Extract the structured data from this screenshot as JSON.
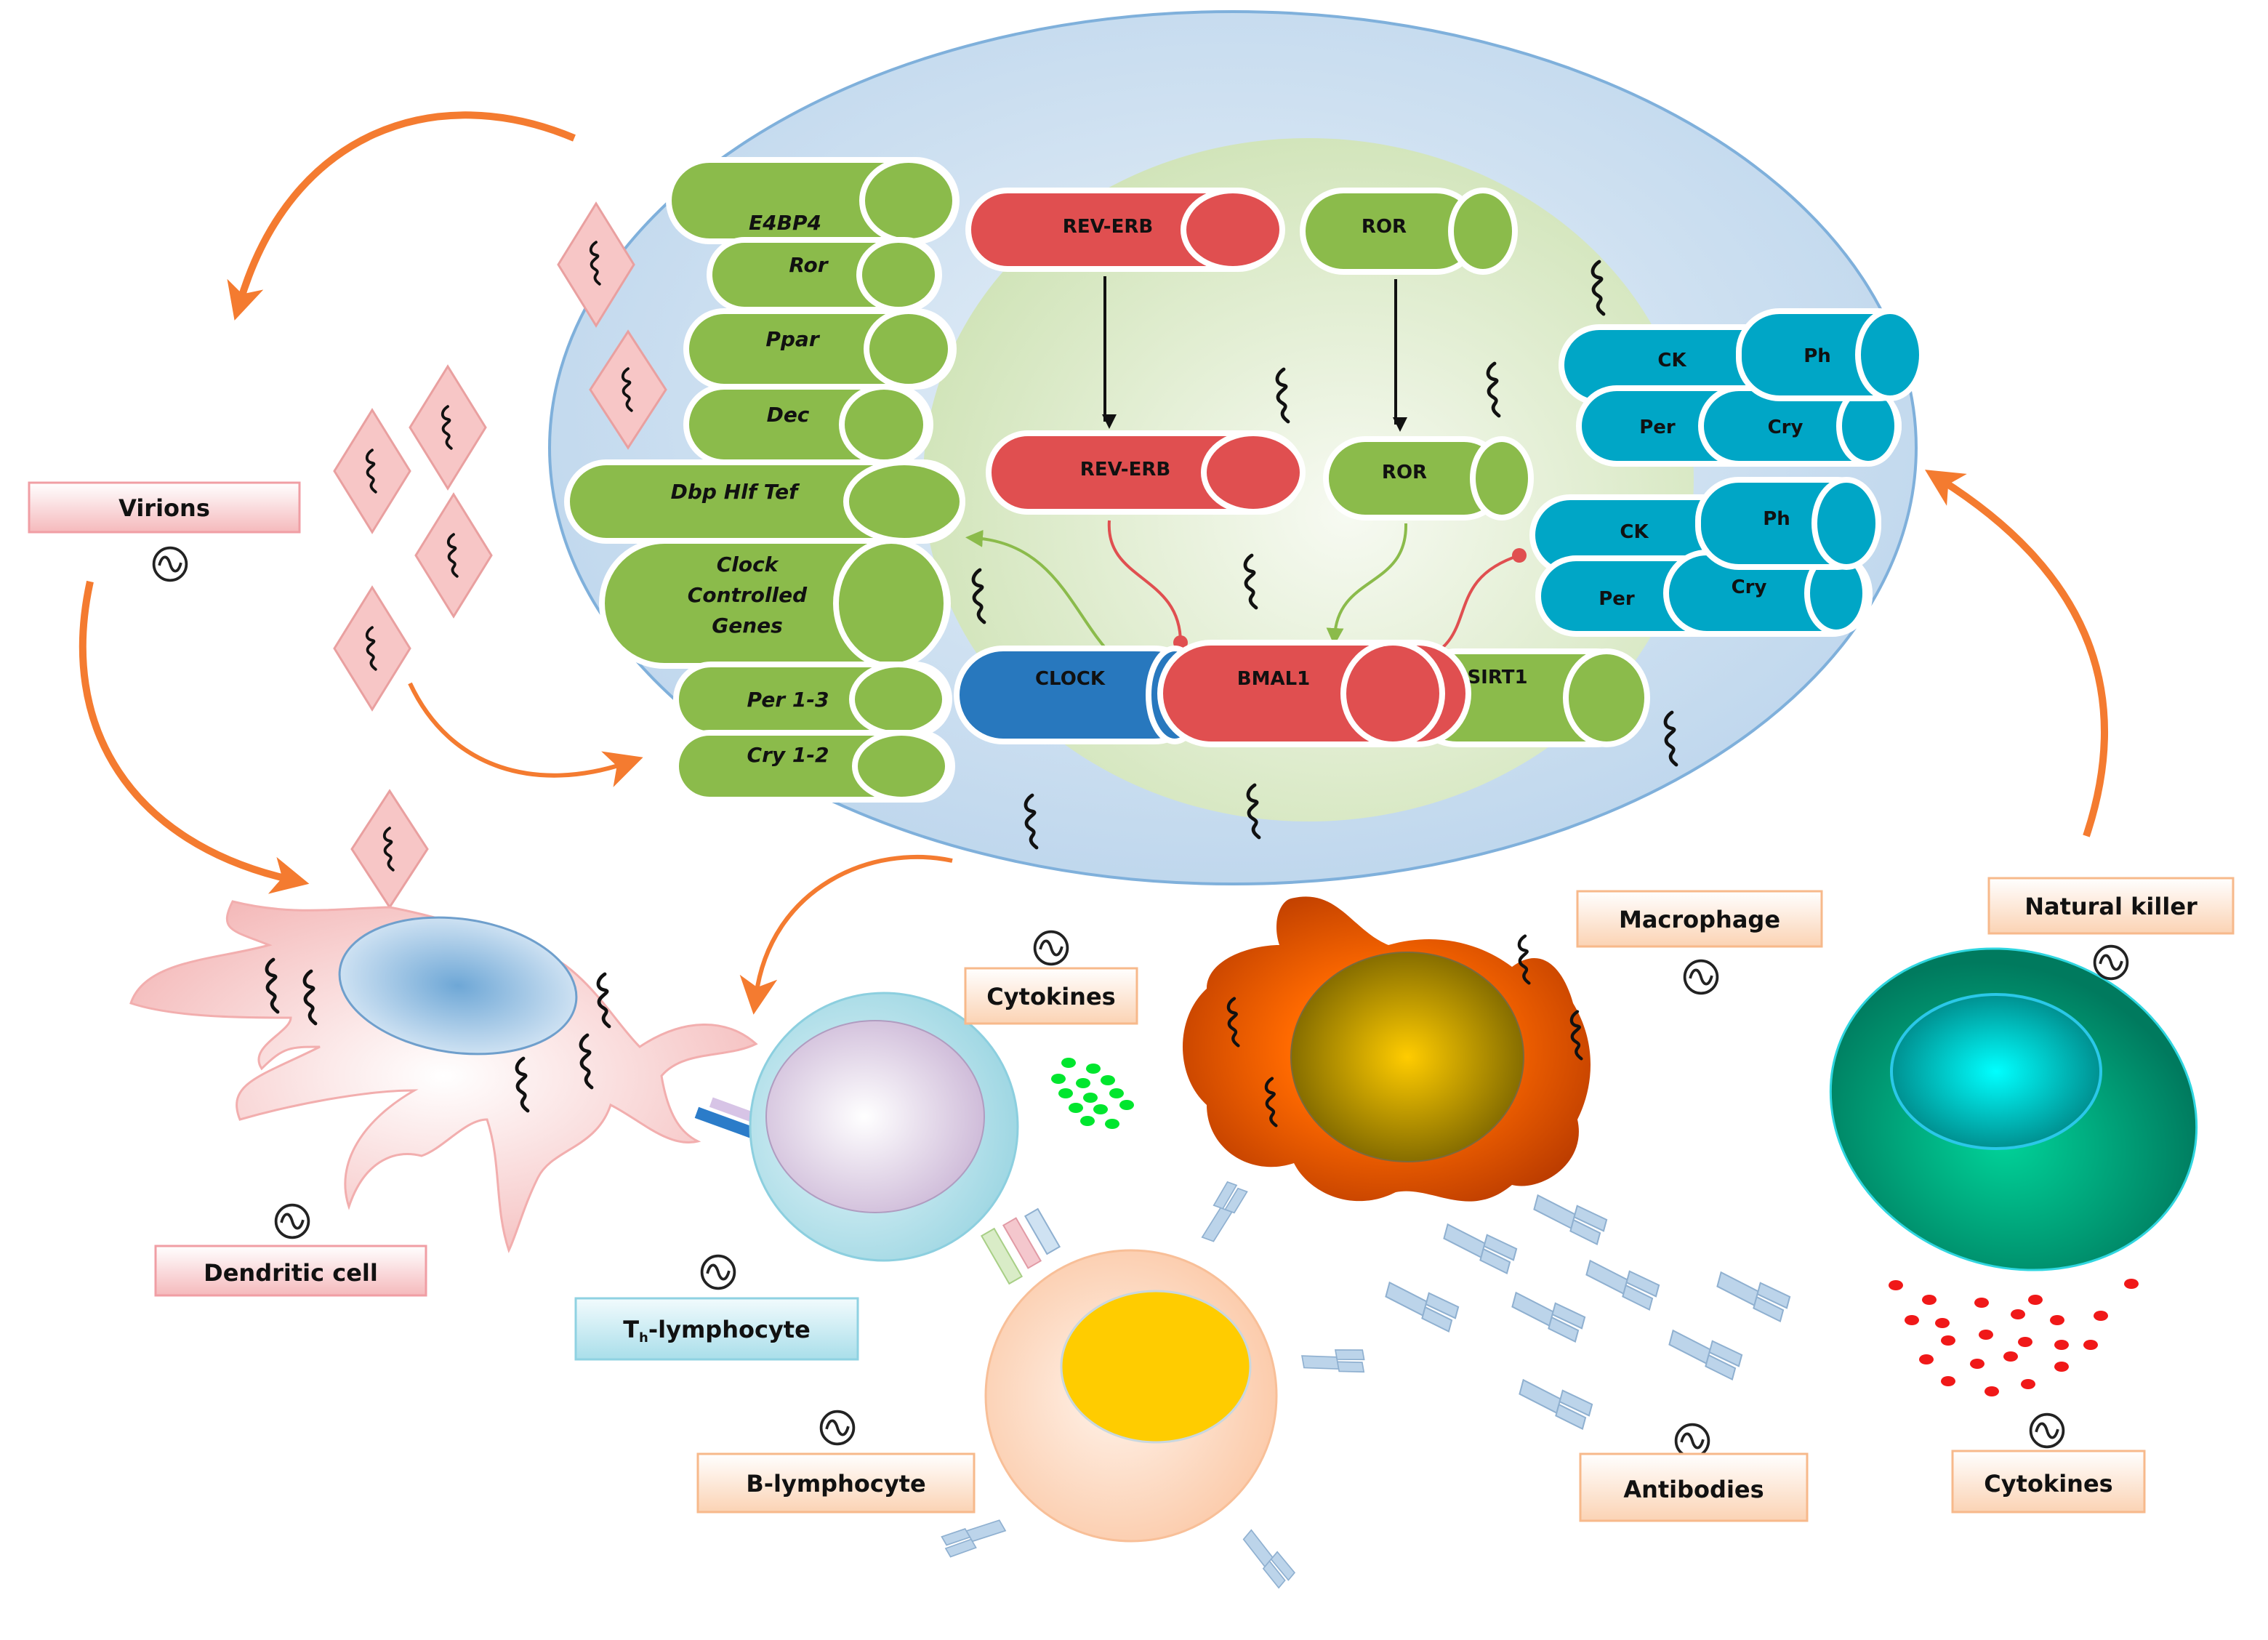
{
  "colors": {
    "gene_green": "#8bbb4b",
    "rev_erb_red": "#e04f50",
    "clock_blue": "#2878be",
    "complex_cyan": "#00a6c6",
    "orange_arrow": "#f47b30",
    "cell_membrane": "#c7dcef",
    "nucleus_green": "#d7e8c4"
  },
  "nucleus": {
    "genes": [
      "E4BP4",
      "Ror",
      "Ppar",
      "Dec",
      "Dbp Hlf Tef",
      "Clock Controlled Genes",
      "Per 1-3",
      "Cry 1-2"
    ],
    "clock_controlled_lines": [
      "Clock",
      "Controlled",
      "Genes"
    ],
    "proteins": {
      "rev_erb_top": "REV-ERB",
      "ror_top": "ROR",
      "rev_erb_bottom": "REV-ERB",
      "ror_bottom": "ROR",
      "clock": "CLOCK",
      "bmal1": "BMAL1",
      "sirt1": "SIRT1"
    },
    "complexes": [
      {
        "ck": "CK",
        "ph": "Ph",
        "per": "Per",
        "cry": "Cry"
      },
      {
        "ck": "CK",
        "ph": "Ph",
        "per": "Per",
        "cry": "Cry"
      }
    ]
  },
  "labels": {
    "virions": "Virions",
    "dendritic_cell": "Dendritic cell",
    "th_lymphocyte_main": "T",
    "th_lymphocyte_sub": "h",
    "th_lymphocyte_rest": "-lymphocyte",
    "b_lymphocyte": "B-lymphocyte",
    "cytokines_left": "Cytokines",
    "macrophage": "Macrophage",
    "natural_killer": "Natural killer",
    "antibodies": "Antibodies",
    "cytokines_right": "Cytokines"
  },
  "icons": {
    "oscillator": "circadian-oscillator-icon",
    "virion": "virus-rna-icon"
  }
}
